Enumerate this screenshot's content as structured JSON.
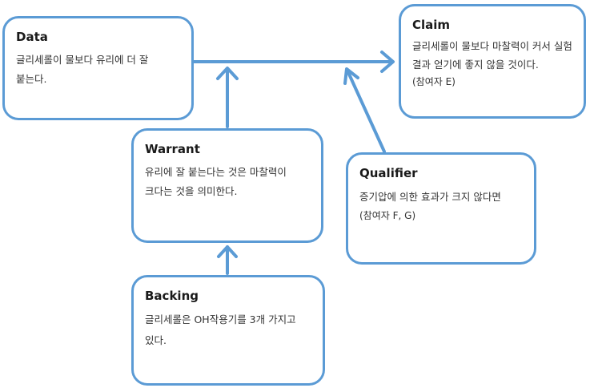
{
  "diagram": {
    "accent_color": "#5b9bd5",
    "data": {
      "title": "Data",
      "body": "글리세롤이 물보다 유리에 더 잘 붙는다."
    },
    "claim": {
      "title": "Claim",
      "body": "글리세롤이 물보다 마찰력이 커서 실험 결과 얻기에 좋지 않을 것이다.",
      "note": "(참여자 E)"
    },
    "warrant": {
      "title": "Warrant",
      "body": "유리에 잘 붙는다는 것은 마찰력이 크다는 것을 의미한다."
    },
    "qualifier": {
      "title": "Qualifier",
      "body": "증기압에 의한 효과가 크지 않다면",
      "note": "(참여자 F, G)"
    },
    "backing": {
      "title": "Backing",
      "body": "글리세롤은 OH작용기를 3개 가지고 있다."
    }
  }
}
